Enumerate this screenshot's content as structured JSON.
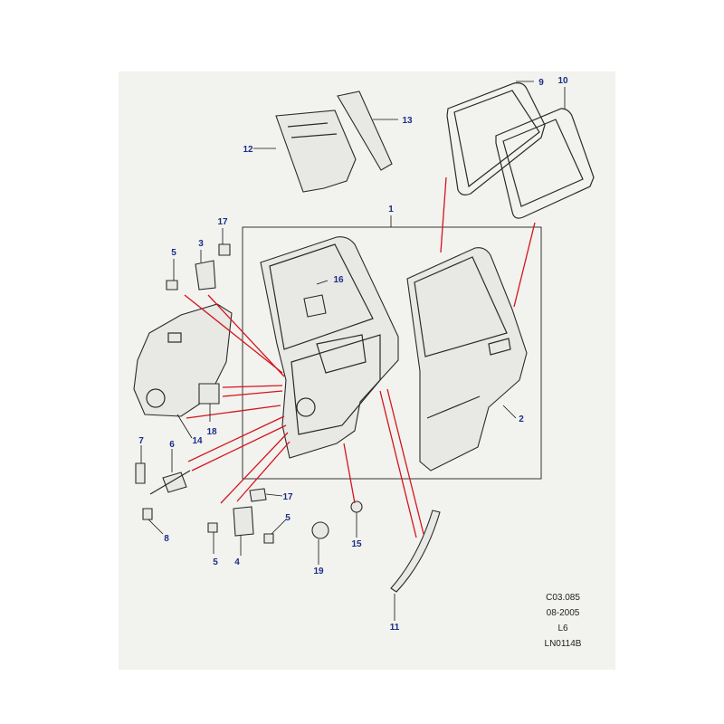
{
  "diagram": {
    "callouts": [
      "1",
      "2",
      "3",
      "4",
      "5",
      "5",
      "5",
      "6",
      "7",
      "8",
      "9",
      "10",
      "11",
      "12",
      "13",
      "14",
      "15",
      "16",
      "17",
      "17",
      "18",
      "19"
    ],
    "reference": {
      "code": "C03.085",
      "date": "08-2005",
      "model": "L6",
      "number": "LN0114B"
    }
  },
  "colors": {
    "background": "#f2f2ef",
    "callout_text": "#1c2e86",
    "highlight_lines": "#d4141c",
    "outline": "#2a2a2a"
  }
}
